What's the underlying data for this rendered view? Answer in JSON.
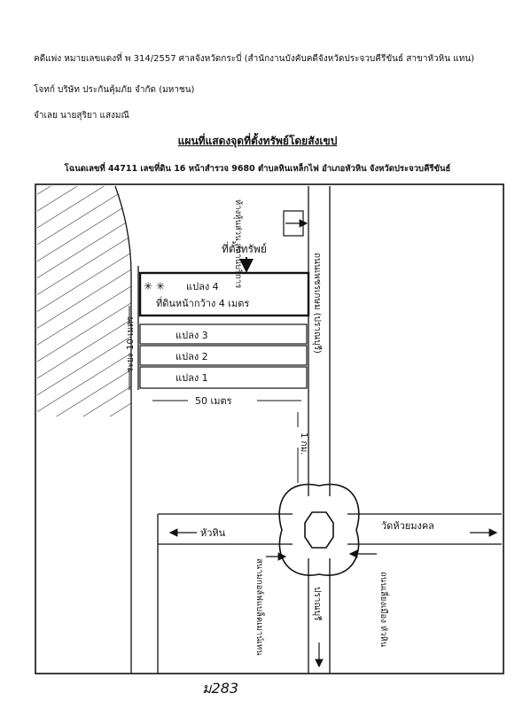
{
  "header": {
    "case_line": "คดีแพ่ง หมายเลขแดงที่ พ 314/2557 ศาลจังหวัดกระบี่ (สำนักงานบังคับคดีจังหวัดประจวบคีรีขันธ์ สาขาหัวหิน แทน)",
    "plaintiff_line": "โจทก์ บริษัท ประกันคุ้มภัย จำกัด (มหาชน)",
    "defendant_line": "จำเลย นายสุริยา แสงมณี"
  },
  "title": "แผนที่แสดงจุดที่ตั้งทรัพย์โดยสังเขป",
  "deed_line": "โฉนดเลขที่ 44711 เลขที่ดิน 16 หน้าสำรวจ 9680 ตำบลหินเหล็กไฟ อำเภอหัวหิน จังหวัดประจวบคีรีขันธ์",
  "map": {
    "property_label": "ที่ตั้งทรัพย์",
    "stars": "✳ ✳",
    "plot4": "แปลง 4",
    "plot4_note": "ที่ดินหน้ากว้าง 4 เมตร",
    "plot3": "แปลง 3",
    "plot2": "แปลง 2",
    "plot1": "แปลง 1",
    "road_width": "ระยะ 10 เมตร",
    "distance_50": "50 เมตร",
    "distance_1km": "1 กม.",
    "top_right_label": "ห้างหุ้นส่วน สถานีบริการ",
    "main_road": "ถนนเพชรเกษม (ปราณบุรี)",
    "left_dir": "หัวหิน",
    "right_dir": "วัดห้วยมงคล",
    "bottom_left_label": "สนามกอล์ฟแบล็คเมาน์เทน",
    "bottom_road": "ปราณบุรี",
    "bottom_right_label": "ถนนเลี่ยงเมือง หัวหิน",
    "signature": "ม283"
  }
}
